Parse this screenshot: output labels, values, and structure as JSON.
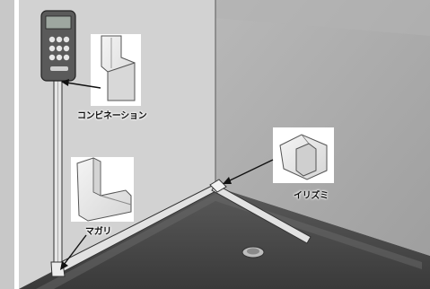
{
  "labels": {
    "combination": "コンビネーション",
    "magari": "マガリ",
    "irizumi": "イリズミ"
  },
  "colors": {
    "left_wall": "#cfcfcf",
    "back_wall": "#8e8e8e",
    "right_wall": "#a9a9a9",
    "floor": "#4a4a4a",
    "duct": "#e4e4e4"
  }
}
